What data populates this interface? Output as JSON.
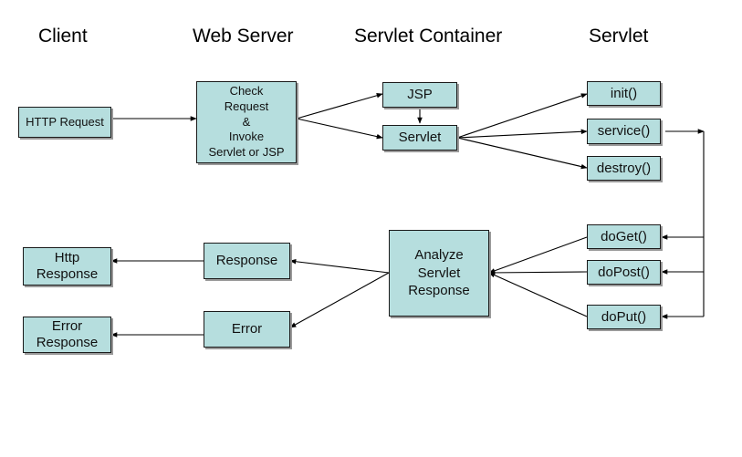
{
  "headers": {
    "client": "Client",
    "web_server": "Web Server",
    "servlet_container": "Servlet Container",
    "servlet": "Servlet"
  },
  "boxes": {
    "http_request": "HTTP Request",
    "check_invoke": [
      "Check",
      "Request",
      "&",
      "Invoke",
      "Servlet or JSP"
    ],
    "jsp": "JSP",
    "servlet": "Servlet",
    "init": "init()",
    "service": "service()",
    "destroy": "destroy()",
    "doget": "doGet()",
    "dopost": "doPost()",
    "doput": "doPut()",
    "analyze": [
      "Analyze",
      "Servlet",
      "Response"
    ],
    "response": "Response",
    "error": "Error",
    "http_response": [
      "Http",
      "Response"
    ],
    "error_response": [
      "Error",
      "Response"
    ]
  },
  "colors": {
    "box_fill": "#b6dede",
    "line": "#000000"
  }
}
